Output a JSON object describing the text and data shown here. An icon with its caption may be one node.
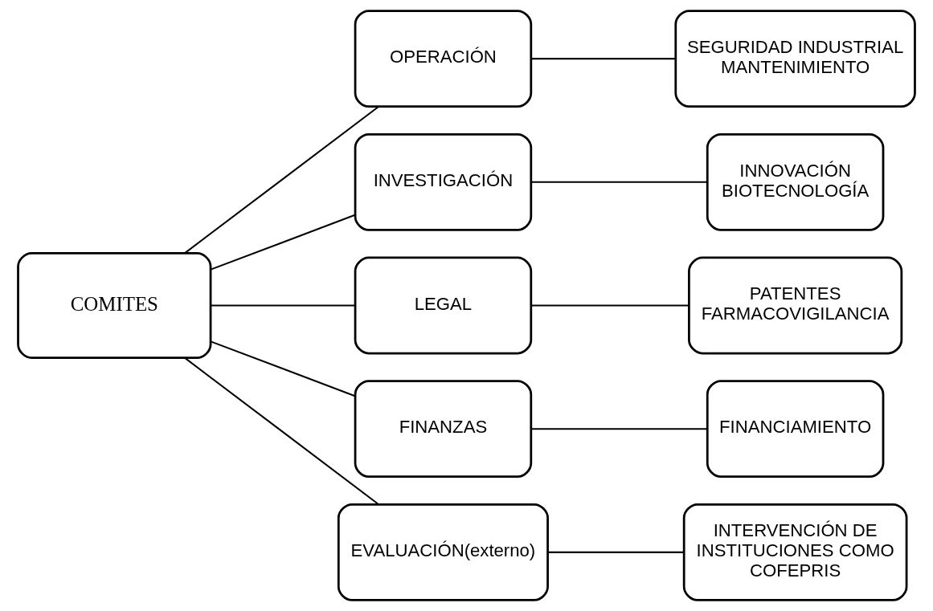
{
  "diagram": {
    "nodes": [
      {
        "text": [
          "COMITES"
        ]
      },
      {
        "text": [
          "OPERACIÓN"
        ]
      },
      {
        "text": [
          "SEGURIDAD INDUSTRIAL",
          "MANTENIMIENTO"
        ]
      },
      {
        "text": [
          "INVESTIGACIÓN"
        ]
      },
      {
        "text": [
          "INNOVACIÓN",
          "BIOTECNOLOGÍA"
        ]
      },
      {
        "text": [
          "LEGAL"
        ]
      },
      {
        "text": [
          "PATENTES",
          "FARMACOVIGILANCIA"
        ]
      },
      {
        "text": [
          "FINANZAS"
        ]
      },
      {
        "text": [
          "FINANCIAMIENTO"
        ]
      },
      {
        "text": [
          "EVALUACIÓN(externo)"
        ]
      },
      {
        "text": [
          "INTERVENCIÓN DE INSTITUCIONES COMO COFEPRIS"
        ]
      }
    ],
    "edges": [
      {
        "from": 0,
        "to": 1,
        "arrow": "none"
      },
      {
        "from": 0,
        "to": 3,
        "arrow": "none"
      },
      {
        "from": 0,
        "to": 5,
        "arrow": "none"
      },
      {
        "from": 0,
        "to": 7,
        "arrow": "none"
      },
      {
        "from": 0,
        "to": 9,
        "arrow": "none"
      },
      {
        "from": 1,
        "to": 2,
        "arrow": "none"
      },
      {
        "from": 3,
        "to": 4,
        "arrow": "none"
      },
      {
        "from": 5,
        "to": 6,
        "arrow": "none"
      },
      {
        "from": 7,
        "to": 8,
        "arrow": "none"
      },
      {
        "from": 9,
        "to": 10,
        "arrow": "none"
      }
    ]
  }
}
